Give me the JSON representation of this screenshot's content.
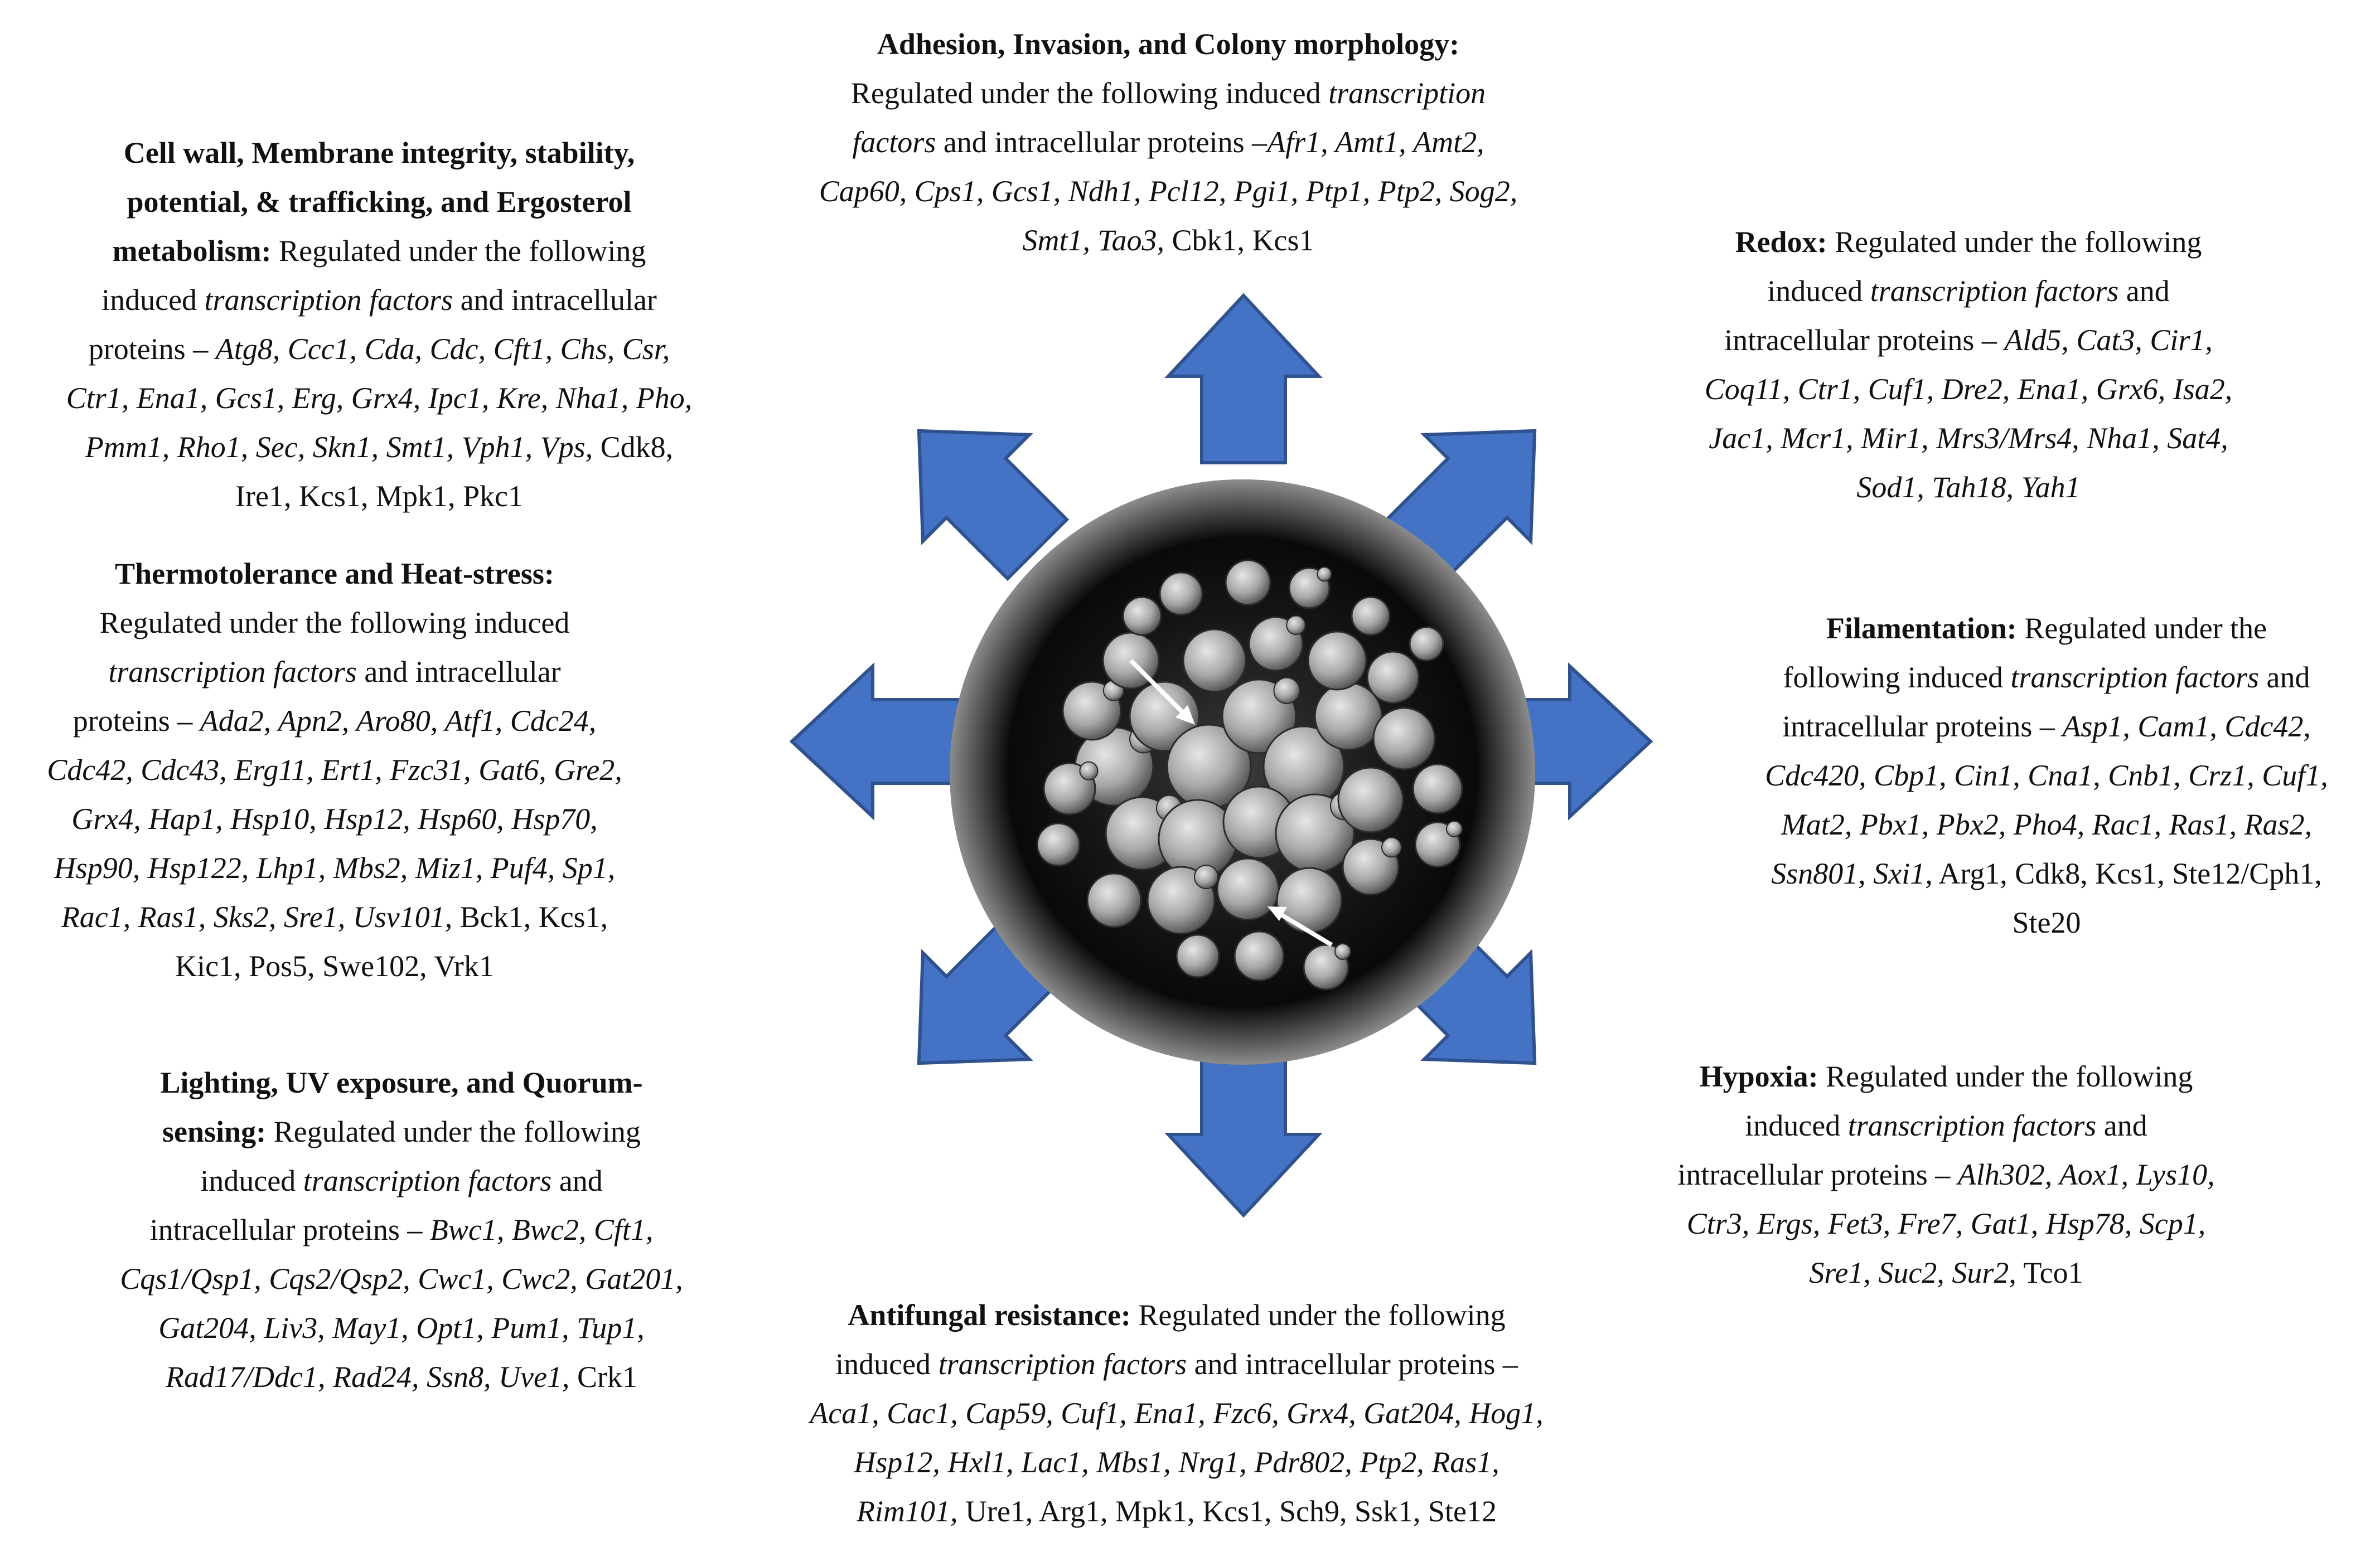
{
  "colors": {
    "arrow_fill": "#4472C4",
    "arrow_stroke": "#2F528F",
    "micrograph_bg": "#0a0a0a",
    "cell_fill": "#b9b9b9"
  },
  "center_image": {
    "icon": "fungal-cells-sem-micrograph"
  },
  "blocks": {
    "adhesion": {
      "title": "Adhesion, Invasion, and Colony morphology:",
      "line2": "Regulated under the following induced ",
      "tf_word": "transcription",
      "line3_italic": "factors",
      "line3_rest": " and intracellular proteins –",
      "genes_a": "Afr1, Amt1, Amt2,",
      "genes_b": "Cap60, Cps1, Gcs1, Ndh1, Pcl12, Pgi1, Ptp1, Ptp2, Sog2,",
      "genes_c": "Smt1, Tao3,",
      "proteins": " Cbk1, Kcs1"
    },
    "cellwall": {
      "title1": "Cell wall, Membrane integrity, stability,",
      "title2": "potential, & trafficking, and Ergosterol",
      "title3": "metabolism:",
      "reg": " Regulated under the following",
      "line5a": "induced ",
      "tf": "transcription factors",
      "line5b": " and intracellular",
      "line6a": "proteins – ",
      "genes1": "Atg8, Ccc1, Cda, Cdc, Cft1, Chs, Csr,",
      "genes2": "Ctr1, Ena1, Gcs1, Erg, Grx4, Ipc1, Kre, Nha1, Pho,",
      "genes3": "Pmm1, Rho1, Sec, Skn1, Smt1, Vph1, Vps,",
      "proteins1": " Cdk8,",
      "proteins2": "Ire1, Kcs1, Mpk1, Pkc1"
    },
    "thermo": {
      "title": "Thermotolerance and Heat-stress:",
      "line2": "Regulated under the following induced",
      "tf": "transcription factors",
      "line3b": " and intracellular",
      "line4a": "proteins – ",
      "genes1": "Ada2, Apn2, Aro80, Atf1, Cdc24,",
      "genes2": "Cdc42, Cdc43, Erg11, Ert1, Fzc31, Gat6, Gre2,",
      "genes3": "Grx4, Hap1, Hsp10, Hsp12, Hsp60, Hsp70,",
      "genes4": "Hsp90, Hsp122, Lhp1, Mbs2, Miz1, Puf4, Sp1,",
      "genes5": "Rac1, Ras1, Sks2, Sre1, Usv101,",
      "proteins1": " Bck1, Kcs1,",
      "proteins2": "Kic1, Pos5, Swe102, Vrk1"
    },
    "lighting": {
      "title1": "Lighting, UV exposure, and Quorum-",
      "title2": "sensing:",
      "reg": " Regulated under the following",
      "line3a": "induced ",
      "tf": "transcription factors",
      "line3b": " and",
      "line4a": "intracellular proteins – ",
      "genes1": "Bwc1, Bwc2, Cft1,",
      "genes2": "Cqs1/Qsp1, Cqs2/Qsp2, Cwc1, Cwc2, Gat201,",
      "genes3": "Gat204, Liv3, May1, Opt1, Pum1, Tup1,",
      "genes4": "Rad17/Ddc1, Rad24, Ssn8, Uve1,",
      "proteins": " Crk1"
    },
    "antifungal": {
      "title": "Antifungal resistance:",
      "reg": " Regulated under the following",
      "line2a": "induced ",
      "tf": "transcription factors",
      "line2b": " and intracellular proteins –",
      "genes1": "Aca1, Cac1, Cap59, Cuf1, Ena1, Fzc6, Grx4, Gat204, Hog1,",
      "genes2": "Hsp12, Hxl1, Lac1, Mbs1, Nrg1, Pdr802, Ptp2, Ras1,",
      "genes3": "Rim101,",
      "proteins": " Ure1, Arg1, Mpk1, Kcs1, Sch9, Ssk1, Ste12"
    },
    "redox": {
      "title": "Redox:",
      "reg": " Regulated under the following",
      "line2a": "induced ",
      "tf": "transcription factors",
      "line2b": " and",
      "line3a": "intracellular proteins – ",
      "genes1": "Ald5, Cat3, Cir1,",
      "genes2": "Coq11, Ctr1, Cuf1, Dre2, Ena1, Grx6, Isa2,",
      "genes3": "Jac1, Mcr1, Mir1, Mrs3/Mrs4, Nha1, Sat4,",
      "genes4": "Sod1, Tah18, Yah1"
    },
    "filamentation": {
      "title": "Filamentation:",
      "reg": " Regulated under the",
      "line2a": "following induced ",
      "tf": "transcription factors",
      "line2b": " and",
      "line3a": "intracellular proteins – ",
      "genes1": "Asp1, Cam1, Cdc42,",
      "genes2": "Cdc420, Cbp1, Cin1, Cna1, Cnb1, Crz1, Cuf1,",
      "genes3": "Mat2, Pbx1, Pbx2, Pho4, Rac1, Ras1, Ras2,",
      "genes4": "Ssn801, Sxi1,",
      "proteins1": " Arg1, Cdk8, Kcs1, Ste12/Cph1,",
      "proteins2": "Ste20"
    },
    "hypoxia": {
      "title": "Hypoxia:",
      "reg": " Regulated under the following",
      "line2a": "induced ",
      "tf": "transcription factors",
      "line2b": " and",
      "line3a": "intracellular proteins – ",
      "genes1": "Alh302, Aox1, Lys10,",
      "genes2": "Ctr3, Ergs, Fet3, Fre7, Gat1, Hsp78, Scp1,",
      "genes3": "Sre1, Suc2, Sur2,",
      "proteins": " Tco1"
    }
  }
}
